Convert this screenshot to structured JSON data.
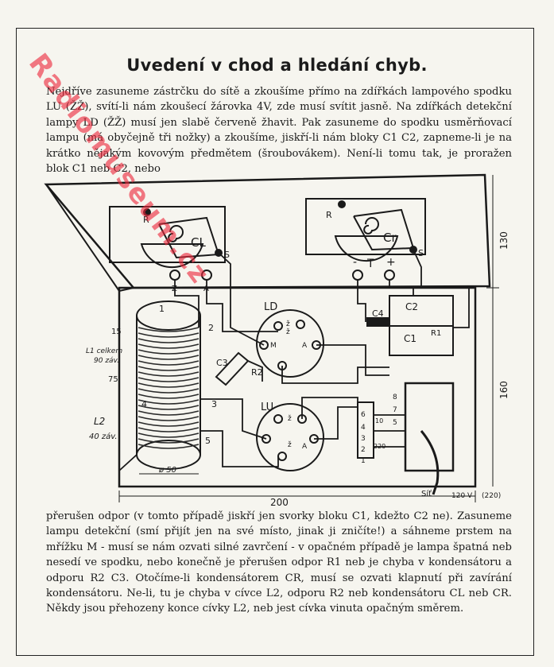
{
  "title": "Uvedení v chod a hledání chyb.",
  "paragraph_top": "Nejdříve zasuneme zástrčku do sítě a zkoušíme přímo na zdířkách lampového spodku LU (ŽŽ), svítí-li nám zkoušecí žárovka 4V, zde musí svítit jasně. Na zdířkách detekční lampy LD (ŽŽ) musí jen slabě červeně žhavit. Pak zasuneme do spodku usměrňovací lampu (má obyčejně tři nožky) a zkoušíme, jiskří-li nám bloky C1 C2, zapneme-li je na krátko nějakým kovovým předmětem (šroubovákem). Není-li tomu tak, je proražen blok C1 neb C2, nebo",
  "paragraph_bottom": "přerušen odpor (v tomto případě jiskří jen svorky bloku C1, kdežto C2 ne). Zasuneme lampu detekční (smí přijít jen na své místo, jinak ji zničíte!) a sáhneme prstem na mřížku M - musí se nám ozvati silné zavrčení - v opačném případě je lampa špatná neb nesedí ve spodku, nebo konečně je přerušen odpor R1 neb je chyba v kondensátoru a odporu R2 C3. Otočíme-li kondensátorem CR, musí se ozvati klapnutí při zavírání kondensátoru. Ne-li, tu je chyba v cívce L2, odporu R2 neb kondensátoru CL neb CR. Někdy jsou přehozeny konce cívky L2, neb jest cívka vinuta opačným směrem.",
  "watermark": "Radiomuseum.cz",
  "diagram": {
    "cap_left": "CL",
    "cap_right": "Cr",
    "label_r_left": "R",
    "label_s_left": "S",
    "label_r_right": "R",
    "label_s_right": "S",
    "term_z": "Z",
    "term_a": "A",
    "term_minus": "-",
    "term_t": "T",
    "term_plus": "+",
    "lamp_ld": "LD",
    "lamp_lu": "LU",
    "pin_z1": "ž",
    "pin_z2": "ž",
    "pin_m": "M",
    "pin_a1": "A",
    "pin_z3": "ž",
    "pin_z4": "ž",
    "pin_a2": "A",
    "coil_l1": "L1 celkem",
    "coil_l1_turns": "90 záv.",
    "coil_l2": "L2",
    "coil_l2_turns": "40 záv.",
    "n15": "15",
    "n75": "75",
    "coil_pin_1": "1",
    "coil_pin_2": "2",
    "coil_pin_3": "3",
    "coil_pin_4": "4",
    "coil_pin_5": "5",
    "c3": "C3",
    "r2": "R2",
    "c4": "C4",
    "c1": "C1",
    "c2": "C2",
    "r1": "R1",
    "t8": "8",
    "t7": "7",
    "t6": "6",
    "t5": "5",
    "t4": "4",
    "t3": "3",
    "t2": "2",
    "t1": "1",
    "v10": "10",
    "v220": "220",
    "dim_50": "ø 50",
    "dim_200": "200",
    "dim_130": "130",
    "dim_160": "160",
    "sit": "Síť",
    "v120": "120 V",
    "v220b": "(220)"
  }
}
